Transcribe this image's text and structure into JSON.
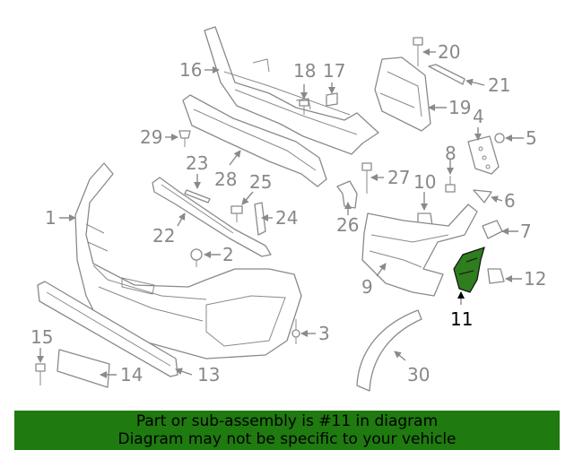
{
  "callouts": {
    "c1": "1",
    "c2": "2",
    "c3": "3",
    "c4": "4",
    "c5": "5",
    "c6": "6",
    "c7": "7",
    "c8": "8",
    "c9": "9",
    "c10": "10",
    "c11": "11",
    "c12": "12",
    "c13": "13",
    "c14": "14",
    "c15": "15",
    "c16": "16",
    "c17": "17",
    "c18": "18",
    "c19": "19",
    "c20": "20",
    "c21": "21",
    "c22": "22",
    "c23": "23",
    "c24": "24",
    "c25": "25",
    "c26": "26",
    "c27": "27",
    "c28": "28",
    "c29": "29",
    "c30": "30"
  },
  "highlight": {
    "part": "11",
    "color": "#2e7d1e"
  },
  "banner": {
    "line1": "Part or sub-assembly is #11 in diagram",
    "line2": "Diagram may not be specific to your vehicle",
    "background": "#1f7a0f"
  }
}
